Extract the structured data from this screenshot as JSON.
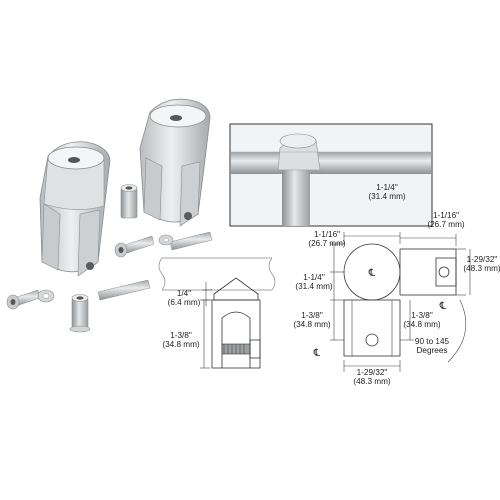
{
  "dimensions": {
    "top_width": "1-1/4\"",
    "top_width_mm": "(31.4 mm)",
    "right_width": "1-1/16\"",
    "right_width_mm": "(26.7 mm)",
    "left_top": "1-1/16\"",
    "left_top_mm": "(26.7 mm)",
    "left_mid": "1-1/4\"",
    "left_mid_mm": "(31.4 mm)",
    "right_height": "1-29/32\"",
    "right_height_mm": "(48.3 mm)",
    "left_low": "1-3/8\"",
    "left_low_mm": "(34.8 mm)",
    "mid_low": "1-3/8\"",
    "mid_low_mm": "(34.8 mm)",
    "bottom_width": "1-29/32\"",
    "bottom_width_mm": "(48.3 mm)",
    "angle": "90 to 145",
    "angle_unit": "Degrees",
    "front_gap": "1/4\"",
    "front_gap_mm": "(6.4 mm)",
    "front_height": "1-3/8\"",
    "front_height_mm": "(34.8 mm)",
    "centerline_symbol": "℄"
  },
  "colors": {
    "metal": "#d6d8da",
    "metal_dark": "#9ea1a4",
    "outline": "#333333"
  }
}
